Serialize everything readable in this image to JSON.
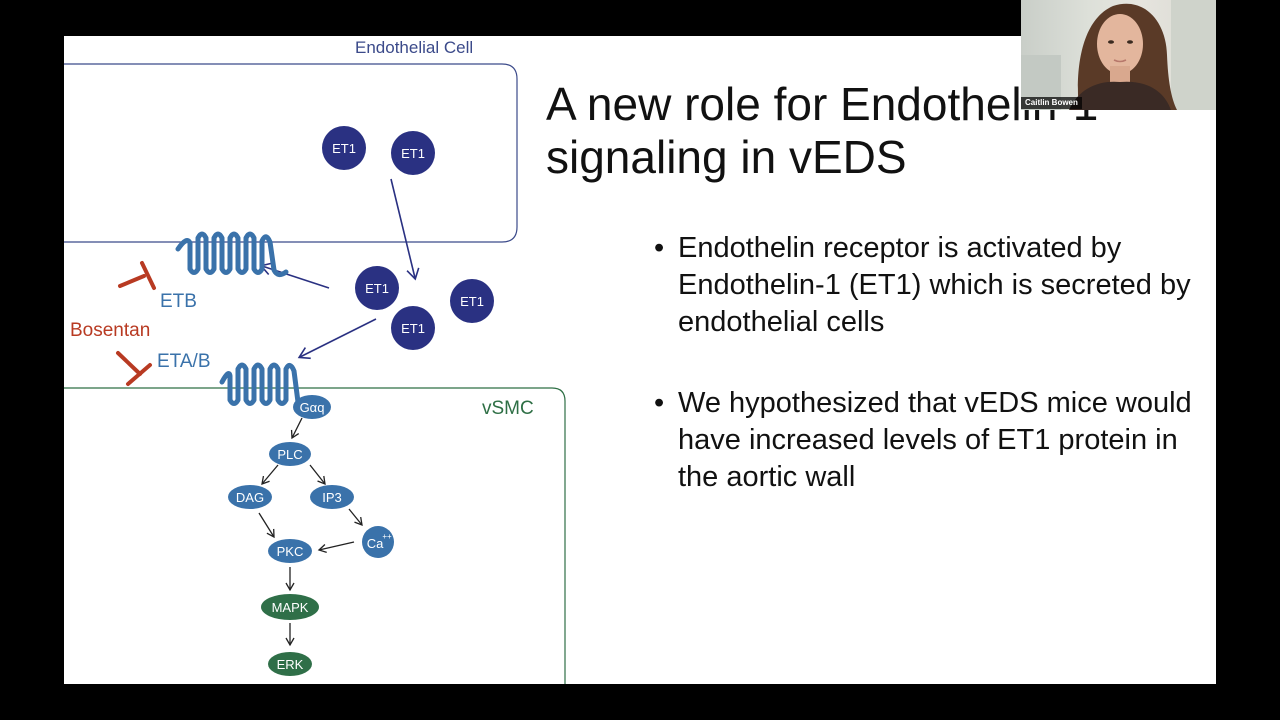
{
  "slide": {
    "title": "A new role for Endothelin-1 signaling in vEDS",
    "bullets": [
      "Endothelin receptor is activated by Endothelin-1 (ET1) which is secreted by endothelial cells",
      "We hypothesized that vEDS mice would have increased levels of ET1 protein in the aortic wall"
    ]
  },
  "diagram": {
    "endothelial_cell_label": "Endothelial Cell",
    "vsmc_label": "vSMC",
    "et1_label": "ET1",
    "etb_label": "ETB",
    "etab_label": "ETA/B",
    "inhibitor_label": "Bosentan",
    "nodes": {
      "gaq": "Gαq",
      "plc": "PLC",
      "dag": "DAG",
      "ip3": "IP3",
      "ca": "Ca",
      "ca_sup": "++",
      "pkc": "PKC",
      "mapk": "MAPK",
      "erk": "ERK"
    },
    "colors": {
      "receptor_blue": "#3a72aa",
      "ligand_navy": "#2a3182",
      "inhibitor_red": "#b83a22",
      "cell_border_blue": "#3b4a8a",
      "vsmc_green": "#2e6f45",
      "mapk_green": "#2f6f48"
    }
  },
  "video": {
    "participant_name": "Caitlin Bowen",
    "icons": [
      "participant-video"
    ]
  }
}
